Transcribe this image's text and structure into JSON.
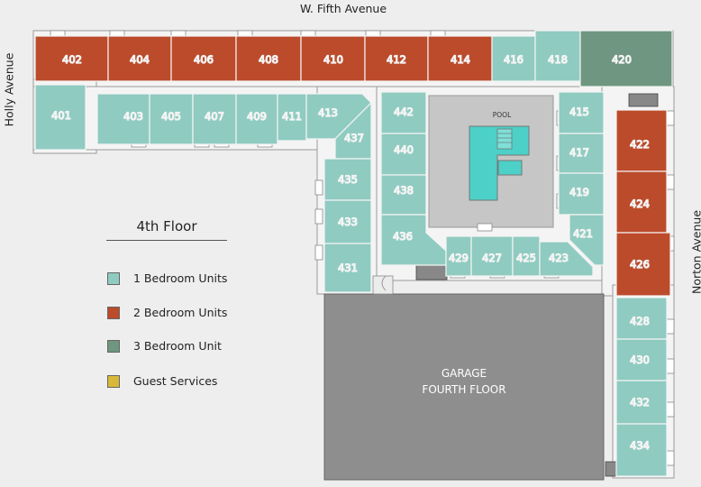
{
  "streets": {
    "north": "W. Fifth Avenue",
    "west": "Holly Avenue",
    "east": "Norton Avenue"
  },
  "floor_title": "4th Floor",
  "colors": {
    "one_bedroom": "#8fcbc1",
    "two_bedroom": "#bc4b2b",
    "three_bedroom": "#6e9680",
    "guest_services": "#d9b838",
    "garage": "#8e8e8e",
    "corridor": "#f2f2f2",
    "pool_deck": "#c6c6c6",
    "pool_water": "#4cd0c7"
  },
  "legend": [
    {
      "label": "1 Bedroom Units",
      "color": "#8fcbc1"
    },
    {
      "label": "2 Bedroom Units",
      "color": "#bc4b2b"
    },
    {
      "label": "3 Bedroom Unit",
      "color": "#6e9680"
    },
    {
      "label": "Guest Services",
      "color": "#d9b838"
    }
  ],
  "units": {
    "u401": "401",
    "u402": "402",
    "u403": "403",
    "u404": "404",
    "u405": "405",
    "u406": "406",
    "u407": "407",
    "u408": "408",
    "u409": "409",
    "u410": "410",
    "u411": "411",
    "u412": "412",
    "u413": "413",
    "u414": "414",
    "u415": "415",
    "u416": "416",
    "u417": "417",
    "u418": "418",
    "u419": "419",
    "u420": "420",
    "u421": "421",
    "u422": "422",
    "u423": "423",
    "u424": "424",
    "u425": "425",
    "u426": "426",
    "u427": "427",
    "u428": "428",
    "u429": "429",
    "u430": "430",
    "u431": "431",
    "u432": "432",
    "u433": "433",
    "u434": "434",
    "u435": "435",
    "u436": "436",
    "u437": "437",
    "u438": "438",
    "u440": "440",
    "u442": "442"
  },
  "pool_label": "POOL",
  "garage_label": [
    "GARAGE",
    "FOURTH FLOOR"
  ]
}
